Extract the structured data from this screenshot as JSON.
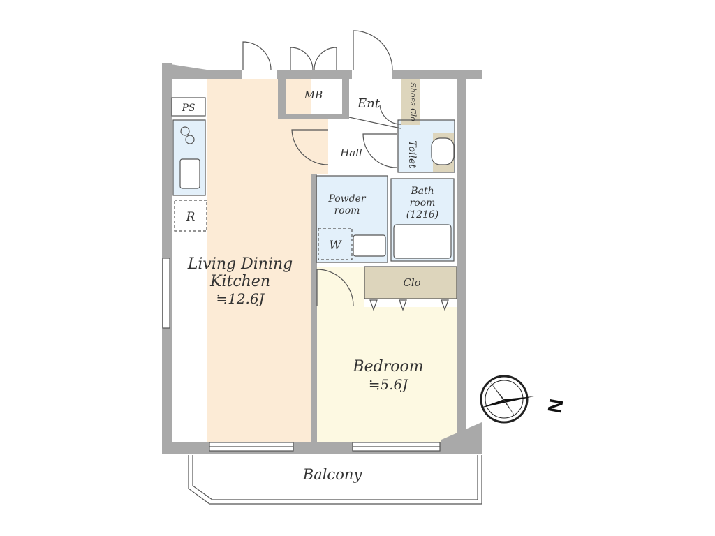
{
  "rooms": {
    "ldk_line1": "Living Dining",
    "ldk_line2": "Kitchen",
    "ldk_size": "≒12.6J",
    "bedroom": "Bedroom",
    "bedroom_size": "≒5.6J",
    "mb": "MB",
    "ent": "Ent",
    "shoes_clo": "Shoes Clo",
    "hall": "Hall",
    "toilet": "Toilet",
    "powder_line1": "Powder",
    "powder_line2": "room",
    "bath_line1": "Bath",
    "bath_line2": "room",
    "bath_line3": "(1216)",
    "washer": "W",
    "closet": "Clo",
    "balcony": "Balcony",
    "ps": "PS",
    "fridge": "R"
  },
  "compass": {
    "label": "N"
  },
  "colors": {
    "living": "#fcebd6",
    "bedroom": "#fdf9e2",
    "wet": "#e3f0fa",
    "closet": "#ddd5bc",
    "wall": "#a9a9a9"
  }
}
